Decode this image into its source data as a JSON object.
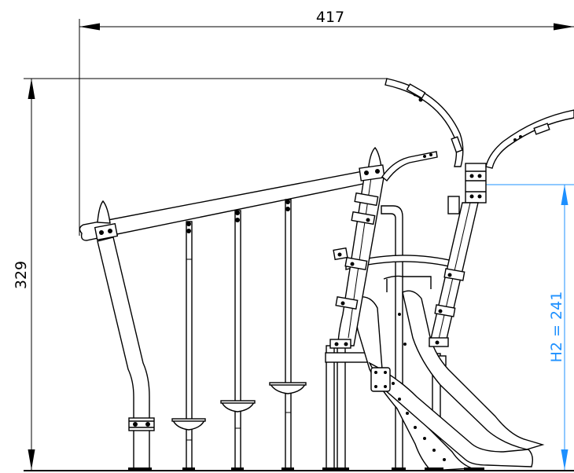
{
  "dimensions": {
    "width_label": "417",
    "height_label": "329",
    "platform_height_label": "H2 = 241"
  },
  "colors": {
    "drawing": "#000000",
    "dimension_blue": "#1e90ff",
    "background": "#ffffff"
  }
}
